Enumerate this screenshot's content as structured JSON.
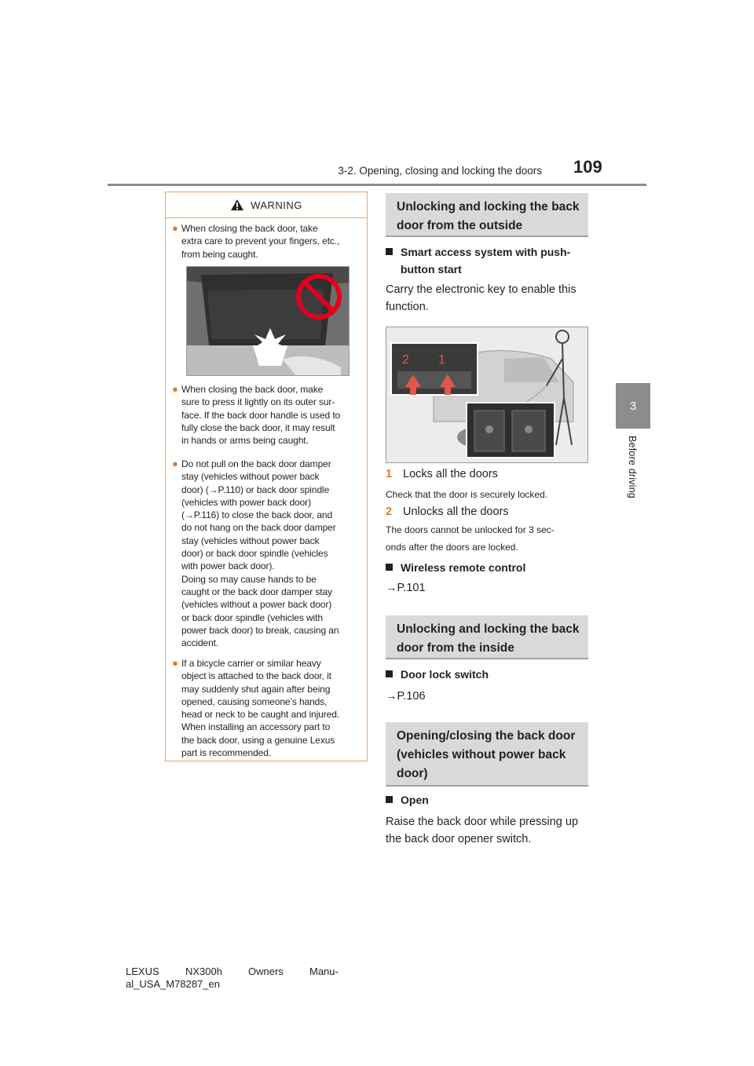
{
  "header": {
    "section": "3-2. Opening, closing and locking the doors",
    "page_number": "109"
  },
  "side_tab": {
    "number": "3",
    "label": "Before driving"
  },
  "warning": {
    "title": "WARNING",
    "items": [
      "When closing the back door, take\nextra care to prevent your fingers, etc.,\nfrom being caught.",
      "When closing the back door, make\nsure to press it lightly on its outer sur-\nface. If the back door handle is used to\nfully close the back door, it may result\nin hands or arms being caught.",
      "Do not pull on the back door damper\nstay (vehicles without power back\ndoor) (→P.110) or back door spindle\n(vehicles with power back door)\n(→P.116) to close the back door, and\ndo not hang on the back door damper\nstay (vehicles without power back\ndoor) or back door spindle (vehicles\nwith power back door).\nDoing so may cause hands to be\ncaught or the back door damper stay\n(vehicles without a power back door)\nor back door spindle (vehicles with\npower back door) to break, causing an\naccident.",
      "If a bicycle carrier or similar heavy\nobject is attached to the back door, it\nmay suddenly shut again after being\nopened, causing someone’s hands,\nhead or neck to be caught and injured.\nWhen installing an accessory part to\nthe back door, using a genuine Lexus\npart is recommended."
    ]
  },
  "sections": {
    "outside": {
      "title": "Unlocking and locking the back\ndoor from the outside",
      "smart_head_1": "Smart access system with push-",
      "smart_head_2": "button start",
      "smart_body": "Carry the electronic key to enable this\nfunction.",
      "figure_labels": [
        "2",
        "1"
      ],
      "step1_num": "1",
      "step1_text": "Locks all the doors",
      "step1_note": "Check that the door is securely locked.",
      "step2_num": "2",
      "step2_text": "Unlocks all the doors",
      "step2_note": "The doors cannot be unlocked for 3 sec-\nonds after the doors are locked.",
      "remote_head": "Wireless remote control",
      "remote_ref": "→P.101"
    },
    "inside": {
      "title": "Unlocking and locking the back\ndoor from the inside",
      "switch_head": "Door lock switch",
      "switch_ref": "→P.106"
    },
    "open_close": {
      "title": "Opening/closing the back door\n(vehicles without power back\ndoor)",
      "open_head": "Open",
      "open_body": "Raise the back door while pressing up\nthe back door opener switch."
    }
  },
  "footer": {
    "line1_a": "LEXUS",
    "line1_b": "NX300h",
    "line1_c": "Owners",
    "line1_d": "Manu-",
    "line2": "al_USA_M78287_en"
  },
  "colors": {
    "accent_orange": "#e07a2c",
    "warning_border": "#e4a86a",
    "section_bar": "#d9d9d9",
    "tab_gray": "#8c8c8c"
  }
}
